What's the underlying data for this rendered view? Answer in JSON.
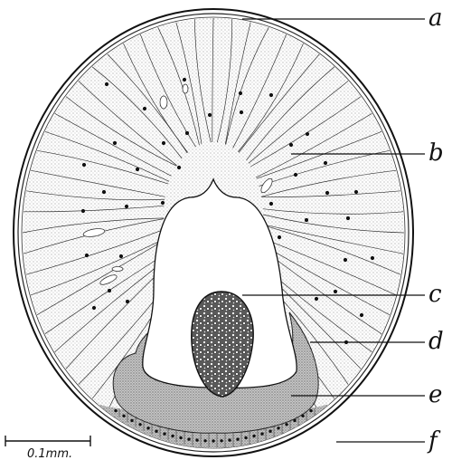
{
  "figure": {
    "labels": {
      "a": "a",
      "b": "b",
      "c": "c",
      "d": "d",
      "e": "e",
      "f": "f"
    },
    "scale_bar": "0.1mm."
  },
  "colors": {
    "ink": "#111111",
    "paper": "#ffffff",
    "stipple": "#8a8a8a"
  }
}
